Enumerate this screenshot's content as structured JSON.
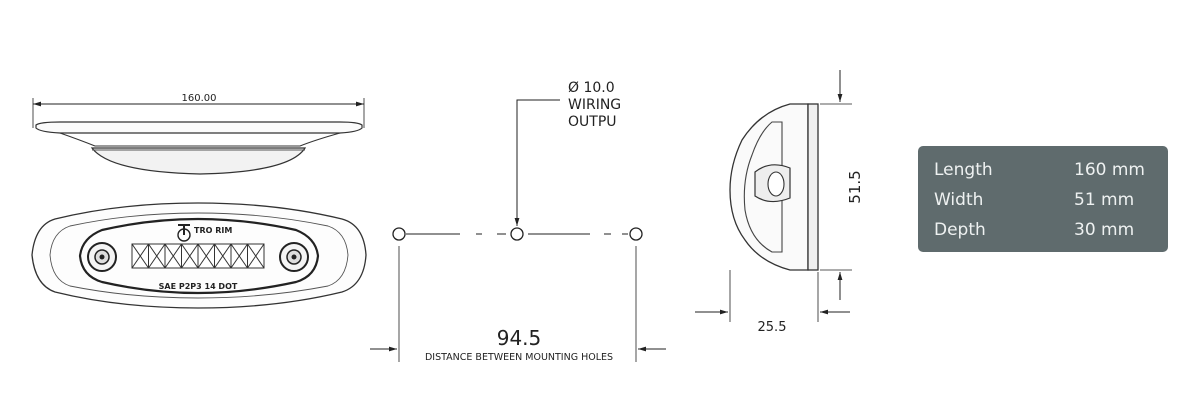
{
  "top_view": {
    "length_dim": "160.00"
  },
  "front_view": {
    "logo_text": "TRO RIM",
    "marking": "SAE P2P3 14 DOT"
  },
  "hole_view": {
    "wiring_callout": [
      "Ø 10.0",
      "WIRING",
      "OUTPU"
    ],
    "spacing_value": "94.5",
    "spacing_label": "DISTANCE BETWEEN MOUNTING HOLES"
  },
  "side_view": {
    "height_dim": "51.5",
    "depth_dim": "25.5"
  },
  "specs": {
    "rows": [
      {
        "label": "Length",
        "value": "160 mm"
      },
      {
        "label": "Width",
        "value": "51 mm"
      },
      {
        "label": "Depth",
        "value": "30 mm"
      }
    ],
    "background": "#5f6b6d"
  }
}
